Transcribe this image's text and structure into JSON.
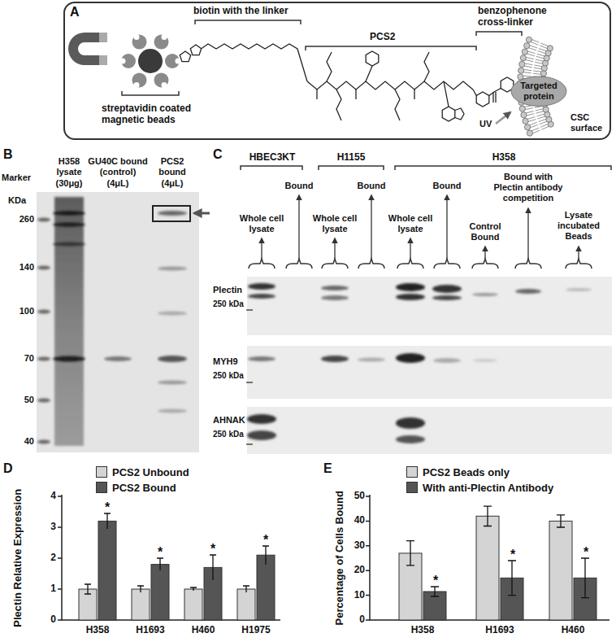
{
  "diagram": {
    "nodes": [
      {
        "text": [
          "A"
        ]
      },
      {
        "text": [
          "Targeted protein"
        ],
        "in": 0
      }
    ],
    "labels": [
      "biotin with the linker",
      "streptavidin coated magnetic beads",
      "PCS2",
      "benzophenone cross-linker",
      "CSC surface",
      "UV",
      "B",
      "Marker",
      "KDa",
      "H358 lysate",
      "(30μg)",
      "GU40C bound (control)",
      "(4μL)",
      "PCS2 bound",
      "(4μL)",
      "260",
      "140",
      "100",
      "70",
      "50",
      "40",
      "C",
      "HBEC3KT",
      "H1155",
      "H358",
      "Whole cell lysate",
      "Bound",
      "Whole cell lysate",
      "Bound",
      "Whole cell lysate",
      "Bound",
      "Bound with Plectin antibody competition",
      "Control Bound",
      "Lysate incubated Beads",
      "Plectin",
      "250 kDa",
      "MYH9",
      "250 kDa",
      "AHNAK",
      "250 kDa",
      "D",
      "Plectin Relative Expression",
      "4",
      "3",
      "2",
      "1",
      "0",
      "H358",
      "H1693",
      "H460",
      "H1975",
      "*",
      "*",
      "*",
      "*",
      "E",
      "Percentage of Cells Bound",
      "50",
      "40",
      "30",
      "20",
      "10",
      "0",
      "H358",
      "H1693",
      "H460",
      "*",
      "*",
      "*"
    ],
    "legend": [
      {
        "text": "PCS2 Unbound",
        "color": "#d4d4d4"
      },
      {
        "text": "PCS2 Bound",
        "color": "#555555"
      },
      {
        "text": "PCS2 Beads only",
        "color": "#d4d4d4"
      },
      {
        "text": "With anti-Plectin Antibody",
        "color": "#555555"
      }
    ]
  }
}
